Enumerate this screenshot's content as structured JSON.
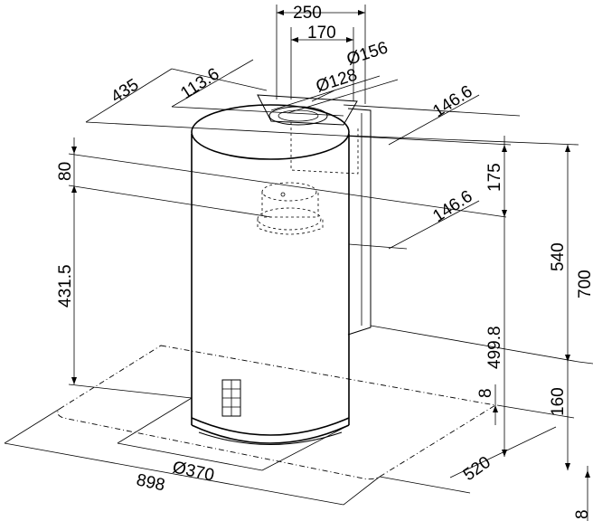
{
  "dimensions": {
    "top_width": "250",
    "inner_width": "170",
    "outer_diameter_flue": "Ø156",
    "inner_diameter_flue": "Ø128",
    "depth_left": "435",
    "offset_left": "113.6",
    "offset_right_top": "146.6",
    "offset_right_mid": "146.6",
    "chimney_top": "80",
    "chimney_height": "431.5",
    "upper_right": "175",
    "height_range_min": "540",
    "height_range_max": "700",
    "lower_right": "499.8",
    "bottom_thickness_left": "8",
    "bottom_height": "160",
    "body_diameter": "Ø370",
    "base_depth": "520",
    "overall_width": "898",
    "bottom_thickness_right": "8"
  }
}
